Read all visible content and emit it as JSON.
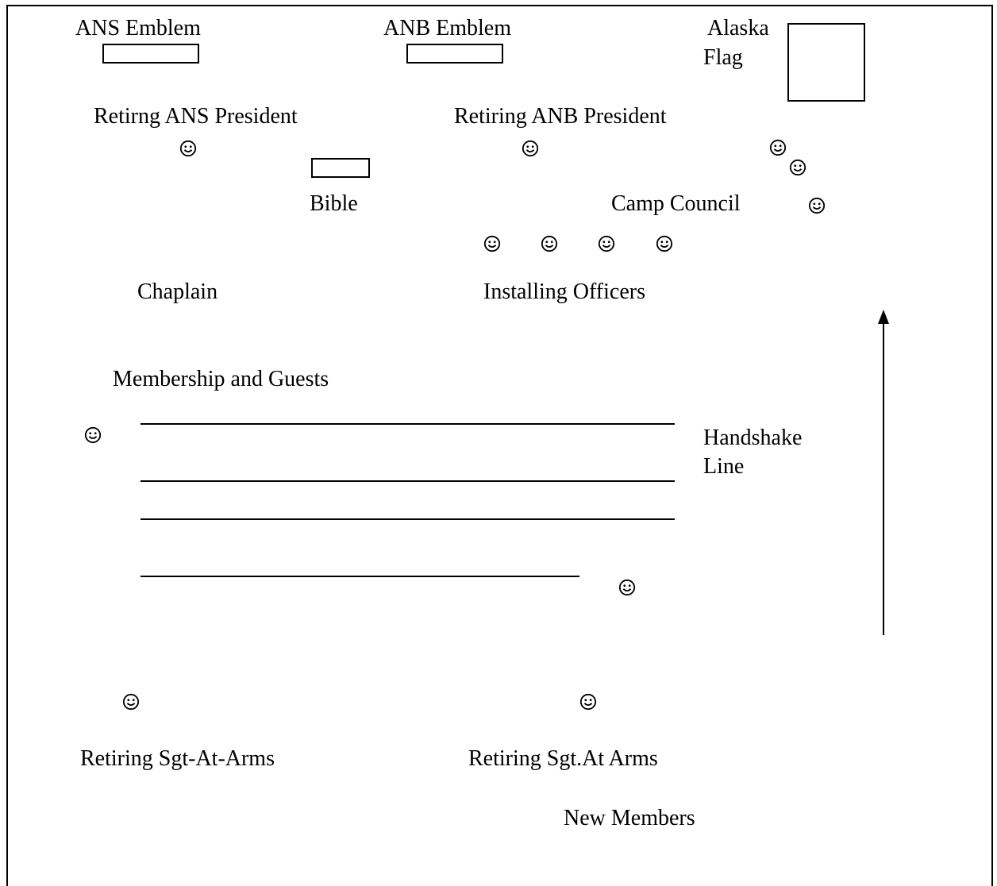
{
  "labels": {
    "ans_emblem": "ANS Emblem",
    "anb_emblem": "ANB Emblem",
    "alaska_flag_line1": "Alaska",
    "alaska_flag_line2": "Flag",
    "retiring_ans_president": "Retirng ANS President",
    "retiring_anb_president": "Retiring ANB President",
    "bible": "Bible",
    "camp_council": "Camp Council",
    "chaplain": "Chaplain",
    "installing_officers": "Installing Officers",
    "membership_and_guests": "Membership and Guests",
    "handshake_line_1": "Handshake",
    "handshake_line_2": "Line",
    "retiring_sgt_at_arms_left": "Retiring Sgt-At-Arms",
    "retiring_sgt_at_arms_right": "Retiring Sgt.At Arms",
    "new_members": "New Members"
  },
  "icons": {
    "person": "smiley-face-icon",
    "direction": "arrow-up-icon"
  }
}
